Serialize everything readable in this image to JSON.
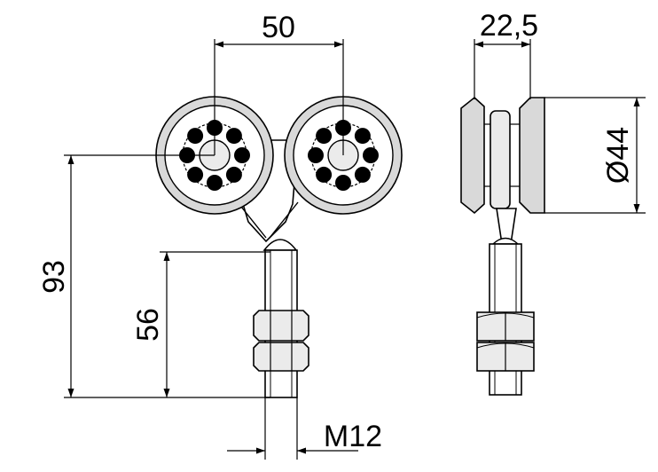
{
  "dimensions": {
    "wheel_spacing": "50",
    "width": "22,5",
    "diameter": "Ø44",
    "total_height": "93",
    "bolt_height": "56",
    "thread": "M12"
  },
  "colors": {
    "line": "#000000",
    "wheel_fill": "#d9d9d9",
    "hub_fill": "#ebebeb",
    "ball_fill": "#000000",
    "background": "#ffffff"
  }
}
